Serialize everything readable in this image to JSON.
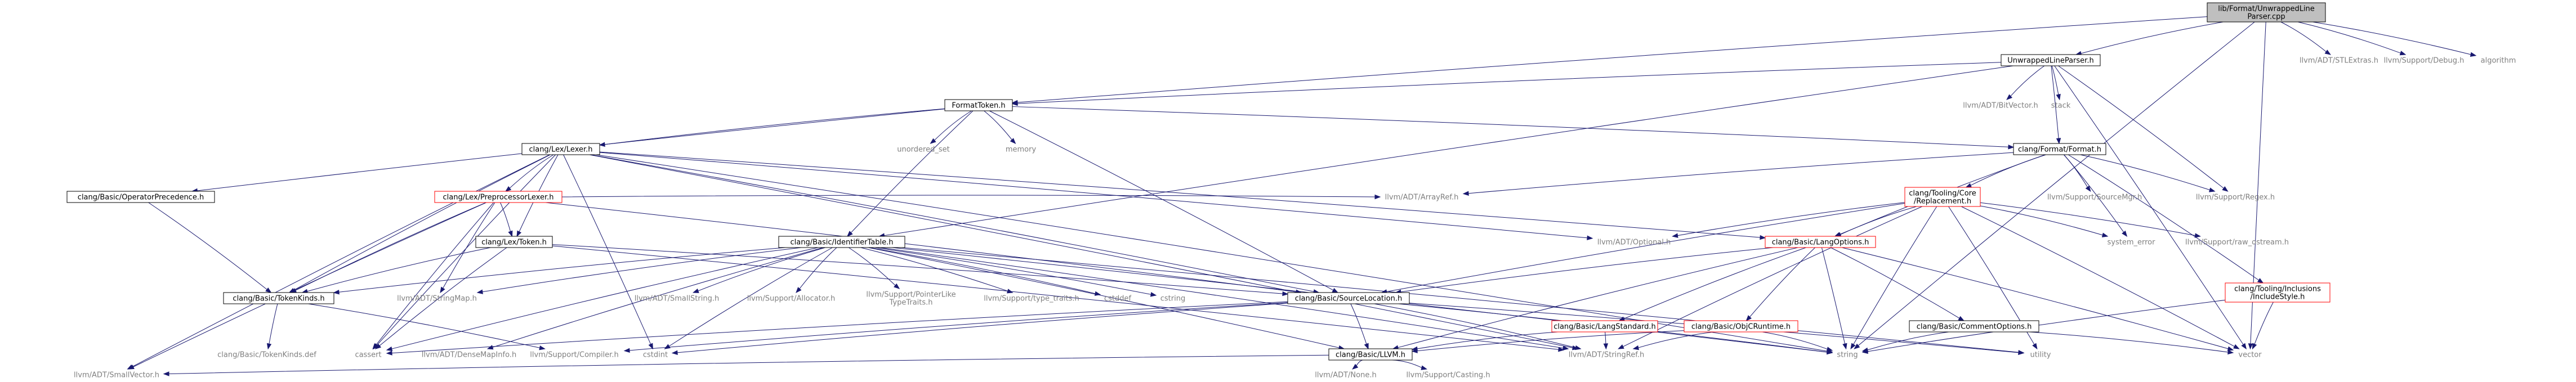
{
  "graph": {
    "edge_color": "#191970",
    "red_border_color": "#ff0000",
    "root_fill": "#bfbfbf",
    "external_text_color": "#7f7f7f",
    "nodes": [
      {
        "id": "root",
        "lines": [
          "lib/Format/UnwrappedLine",
          "Parser.cpp"
        ],
        "style": "root"
      },
      {
        "id": "ulp",
        "lines": [
          "UnwrappedLineParser.h"
        ],
        "style": "box"
      },
      {
        "id": "stlextras",
        "lines": [
          "llvm/ADT/STLExtras.h"
        ],
        "style": "ext"
      },
      {
        "id": "debug",
        "lines": [
          "llvm/Support/Debug.h"
        ],
        "style": "ext"
      },
      {
        "id": "algorithm",
        "lines": [
          "algorithm"
        ],
        "style": "ext"
      },
      {
        "id": "formattoken",
        "lines": [
          "FormatToken.h"
        ],
        "style": "box"
      },
      {
        "id": "bitvector",
        "lines": [
          "llvm/ADT/BitVector.h"
        ],
        "style": "ext"
      },
      {
        "id": "stack",
        "lines": [
          "stack"
        ],
        "style": "ext"
      },
      {
        "id": "format",
        "lines": [
          "clang/Format/Format.h"
        ],
        "style": "box"
      },
      {
        "id": "unordered_set",
        "lines": [
          "unordered_set"
        ],
        "style": "ext"
      },
      {
        "id": "memory",
        "lines": [
          "memory"
        ],
        "style": "ext"
      },
      {
        "id": "lexer",
        "lines": [
          "clang/Lex/Lexer.h"
        ],
        "style": "box"
      },
      {
        "id": "opprec",
        "lines": [
          "clang/Basic/OperatorPrecedence.h"
        ],
        "style": "box"
      },
      {
        "id": "pplexer",
        "lines": [
          "clang/Lex/PreprocessorLexer.h"
        ],
        "style": "red"
      },
      {
        "id": "toolingcore",
        "lines": [
          "clang/Tooling/Core",
          "/Replacement.h"
        ],
        "style": "red"
      },
      {
        "id": "sourcemgr",
        "lines": [
          "llvm/Support/SourceMgr.h"
        ],
        "style": "ext"
      },
      {
        "id": "regex",
        "lines": [
          "llvm/Support/Regex.h"
        ],
        "style": "ext"
      },
      {
        "id": "token",
        "lines": [
          "clang/Lex/Token.h"
        ],
        "style": "box"
      },
      {
        "id": "identtable",
        "lines": [
          "clang/Basic/IdentifierTable.h"
        ],
        "style": "box"
      },
      {
        "id": "arrayref",
        "lines": [
          "llvm/ADT/ArrayRef.h"
        ],
        "style": "ext"
      },
      {
        "id": "optional",
        "lines": [
          "llvm/ADT/Optional.h"
        ],
        "style": "ext"
      },
      {
        "id": "langopts",
        "lines": [
          "clang/Basic/LangOptions.h"
        ],
        "style": "red"
      },
      {
        "id": "system_error",
        "lines": [
          "system_error"
        ],
        "style": "ext"
      },
      {
        "id": "rawostream",
        "lines": [
          "llvm/Support/raw_ostream.h"
        ],
        "style": "ext"
      },
      {
        "id": "inclstyle",
        "lines": [
          "clang/Tooling/Inclusions",
          "/IncludeStyle.h"
        ],
        "style": "red"
      },
      {
        "id": "tokenkinds",
        "lines": [
          "clang/Basic/TokenKinds.h"
        ],
        "style": "box"
      },
      {
        "id": "stringmap",
        "lines": [
          "llvm/ADT/StringMap.h"
        ],
        "style": "ext"
      },
      {
        "id": "smallstring",
        "lines": [
          "llvm/ADT/SmallString.h"
        ],
        "style": "ext"
      },
      {
        "id": "allocator",
        "lines": [
          "llvm/Support/Allocator.h"
        ],
        "style": "ext"
      },
      {
        "id": "ptrlike",
        "lines": [
          "llvm/Support/PointerLike",
          "TypeTraits.h"
        ],
        "style": "ext"
      },
      {
        "id": "typetraits",
        "lines": [
          "llvm/Support/type_traits.h"
        ],
        "style": "ext"
      },
      {
        "id": "cstddef",
        "lines": [
          "cstddef"
        ],
        "style": "ext"
      },
      {
        "id": "cstring",
        "lines": [
          "cstring"
        ],
        "style": "ext"
      },
      {
        "id": "sourceloc",
        "lines": [
          "clang/Basic/SourceLocation.h"
        ],
        "style": "box"
      },
      {
        "id": "langstd",
        "lines": [
          "clang/Basic/LangStandard.h"
        ],
        "style": "red"
      },
      {
        "id": "objcruntime",
        "lines": [
          "clang/Basic/ObjCRuntime.h"
        ],
        "style": "red"
      },
      {
        "id": "commentopts",
        "lines": [
          "clang/Basic/CommentOptions.h"
        ],
        "style": "box"
      },
      {
        "id": "tokenkindsdef",
        "lines": [
          "clang/Basic/TokenKinds.def"
        ],
        "style": "ext"
      },
      {
        "id": "cassert",
        "lines": [
          "cassert"
        ],
        "style": "ext"
      },
      {
        "id": "densemapinfo",
        "lines": [
          "llvm/ADT/DenseMapInfo.h"
        ],
        "style": "ext"
      },
      {
        "id": "compiler",
        "lines": [
          "llvm/Support/Compiler.h"
        ],
        "style": "ext"
      },
      {
        "id": "cstdint",
        "lines": [
          "cstdint"
        ],
        "style": "ext"
      },
      {
        "id": "llvmh",
        "lines": [
          "clang/Basic/LLVM.h"
        ],
        "style": "box"
      },
      {
        "id": "stringref",
        "lines": [
          "llvm/ADT/StringRef.h"
        ],
        "style": "ext"
      },
      {
        "id": "string",
        "lines": [
          "string"
        ],
        "style": "ext"
      },
      {
        "id": "utility",
        "lines": [
          "utility"
        ],
        "style": "ext"
      },
      {
        "id": "vector",
        "lines": [
          "vector"
        ],
        "style": "ext"
      },
      {
        "id": "smallvector",
        "lines": [
          "llvm/ADT/SmallVector.h"
        ],
        "style": "ext"
      },
      {
        "id": "none",
        "lines": [
          "llvm/ADT/None.h"
        ],
        "style": "ext"
      },
      {
        "id": "casting",
        "lines": [
          "llvm/Support/Casting.h"
        ],
        "style": "ext"
      }
    ],
    "edges": [
      [
        "root",
        "ulp"
      ],
      [
        "root",
        "stlextras"
      ],
      [
        "root",
        "debug"
      ],
      [
        "root",
        "algorithm"
      ],
      [
        "root",
        "formattoken"
      ],
      [
        "root",
        "string"
      ],
      [
        "root",
        "vector"
      ],
      [
        "ulp",
        "formattoken"
      ],
      [
        "ulp",
        "bitvector"
      ],
      [
        "ulp",
        "stack"
      ],
      [
        "ulp",
        "format"
      ],
      [
        "ulp",
        "identtable"
      ],
      [
        "ulp",
        "regex"
      ],
      [
        "ulp",
        "vector"
      ],
      [
        "formattoken",
        "unordered_set"
      ],
      [
        "formattoken",
        "memory"
      ],
      [
        "formattoken",
        "lexer"
      ],
      [
        "formattoken",
        "format"
      ],
      [
        "formattoken",
        "identtable"
      ],
      [
        "formattoken",
        "opprec"
      ],
      [
        "formattoken",
        "sourceloc"
      ],
      [
        "format",
        "toolingcore"
      ],
      [
        "format",
        "sourcemgr"
      ],
      [
        "format",
        "regex"
      ],
      [
        "format",
        "system_error"
      ],
      [
        "format",
        "langopts"
      ],
      [
        "format",
        "arrayref"
      ],
      [
        "format",
        "inclstyle"
      ],
      [
        "lexer",
        "pplexer"
      ],
      [
        "lexer",
        "token"
      ],
      [
        "lexer",
        "optional"
      ],
      [
        "lexer",
        "sourceloc"
      ],
      [
        "lexer",
        "langopts"
      ],
      [
        "lexer",
        "tokenkinds"
      ],
      [
        "lexer",
        "cassert"
      ],
      [
        "lexer",
        "cstdint"
      ],
      [
        "lexer",
        "string"
      ],
      [
        "lexer",
        "smallvector"
      ],
      [
        "lexer",
        "stringref"
      ],
      [
        "opprec",
        "tokenkinds"
      ],
      [
        "pplexer",
        "token"
      ],
      [
        "pplexer",
        "tokenkinds"
      ],
      [
        "pplexer",
        "stringmap"
      ],
      [
        "pplexer",
        "smallvector"
      ],
      [
        "pplexer",
        "arrayref"
      ],
      [
        "pplexer",
        "cassert"
      ],
      [
        "pplexer",
        "sourceloc"
      ],
      [
        "toolingcore",
        "langopts"
      ],
      [
        "toolingcore",
        "sourceloc"
      ],
      [
        "toolingcore",
        "stringref"
      ],
      [
        "toolingcore",
        "optional"
      ],
      [
        "toolingcore",
        "rawostream"
      ],
      [
        "toolingcore",
        "system_error"
      ],
      [
        "toolingcore",
        "string"
      ],
      [
        "toolingcore",
        "vector"
      ],
      [
        "toolingcore",
        "utility"
      ],
      [
        "inclstyle",
        "string"
      ],
      [
        "inclstyle",
        "vector"
      ],
      [
        "token",
        "tokenkinds"
      ],
      [
        "token",
        "sourceloc"
      ],
      [
        "token",
        "stringref"
      ],
      [
        "token",
        "cassert"
      ],
      [
        "identtable",
        "tokenkinds"
      ],
      [
        "identtable",
        "stringmap"
      ],
      [
        "identtable",
        "smallstring"
      ],
      [
        "identtable",
        "allocator"
      ],
      [
        "identtable",
        "ptrlike"
      ],
      [
        "identtable",
        "typetraits"
      ],
      [
        "identtable",
        "cstddef"
      ],
      [
        "identtable",
        "cstring"
      ],
      [
        "identtable",
        "cassert"
      ],
      [
        "identtable",
        "llvmh"
      ],
      [
        "identtable",
        "stringref"
      ],
      [
        "identtable",
        "densemapinfo"
      ],
      [
        "identtable",
        "string"
      ],
      [
        "identtable",
        "utility"
      ],
      [
        "identtable",
        "cstdint"
      ],
      [
        "langopts",
        "commentopts"
      ],
      [
        "langopts",
        "langstd"
      ],
      [
        "langopts",
        "objcruntime"
      ],
      [
        "langopts",
        "sourceloc"
      ],
      [
        "langopts",
        "llvmh"
      ],
      [
        "langopts",
        "string"
      ],
      [
        "langopts",
        "vector"
      ],
      [
        "tokenkinds",
        "tokenkindsdef"
      ],
      [
        "tokenkinds",
        "compiler"
      ],
      [
        "sourceloc",
        "llvmh"
      ],
      [
        "sourceloc",
        "stringref"
      ],
      [
        "sourceloc",
        "compiler"
      ],
      [
        "sourceloc",
        "cassert"
      ],
      [
        "sourceloc",
        "cstdint"
      ],
      [
        "sourceloc",
        "string"
      ],
      [
        "sourceloc",
        "utility"
      ],
      [
        "langstd",
        "llvmh"
      ],
      [
        "langstd",
        "stringref"
      ],
      [
        "objcruntime",
        "llvmh"
      ],
      [
        "objcruntime",
        "stringref"
      ],
      [
        "objcruntime",
        "string"
      ],
      [
        "commentopts",
        "string"
      ],
      [
        "commentopts",
        "vector"
      ],
      [
        "llvmh",
        "none"
      ],
      [
        "llvmh",
        "casting"
      ],
      [
        "llvmh",
        "smallvector"
      ]
    ]
  }
}
